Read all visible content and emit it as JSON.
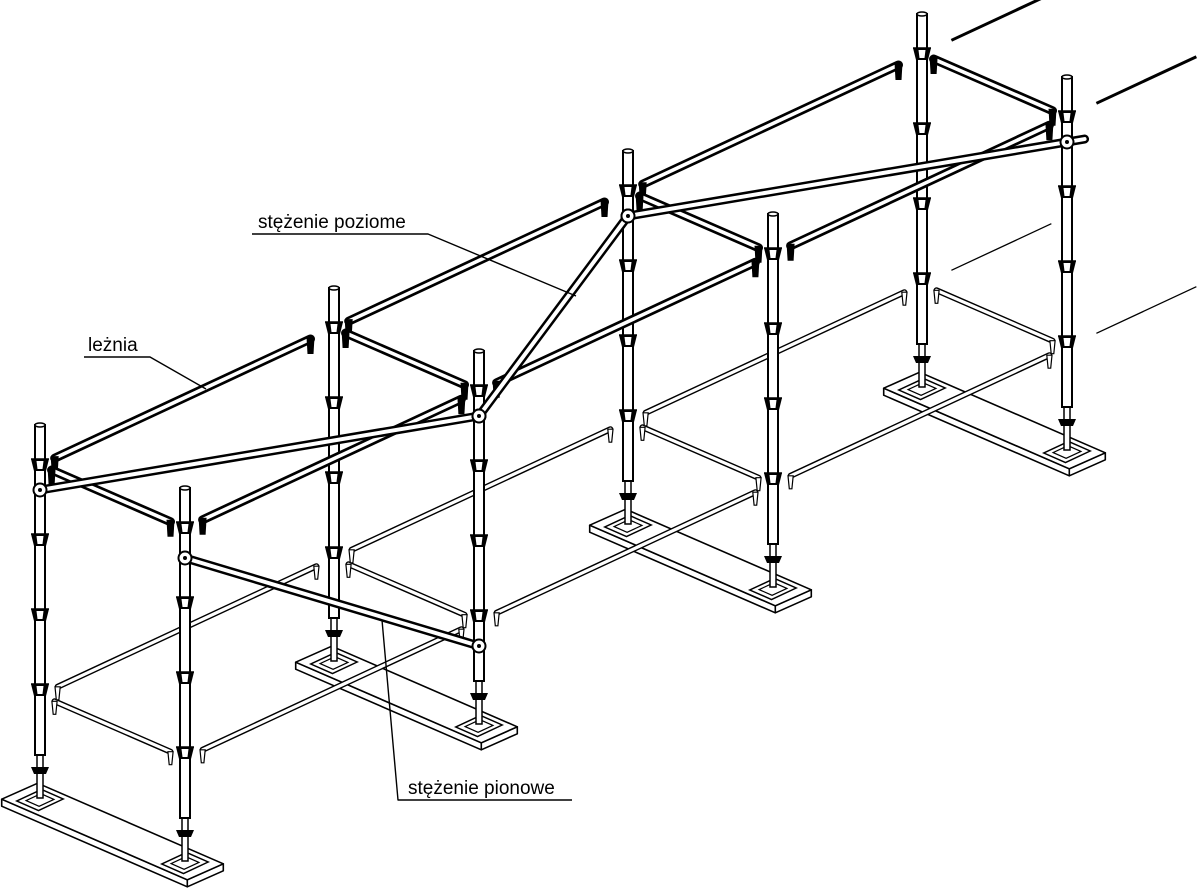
{
  "diagram": {
    "labels": {
      "horizontal_bracing": "stężenie poziome",
      "ledger": "leżnia",
      "vertical_bracing": "stężenie pionowe"
    }
  },
  "colors": {
    "line": "#000000",
    "paper": "#ffffff"
  }
}
